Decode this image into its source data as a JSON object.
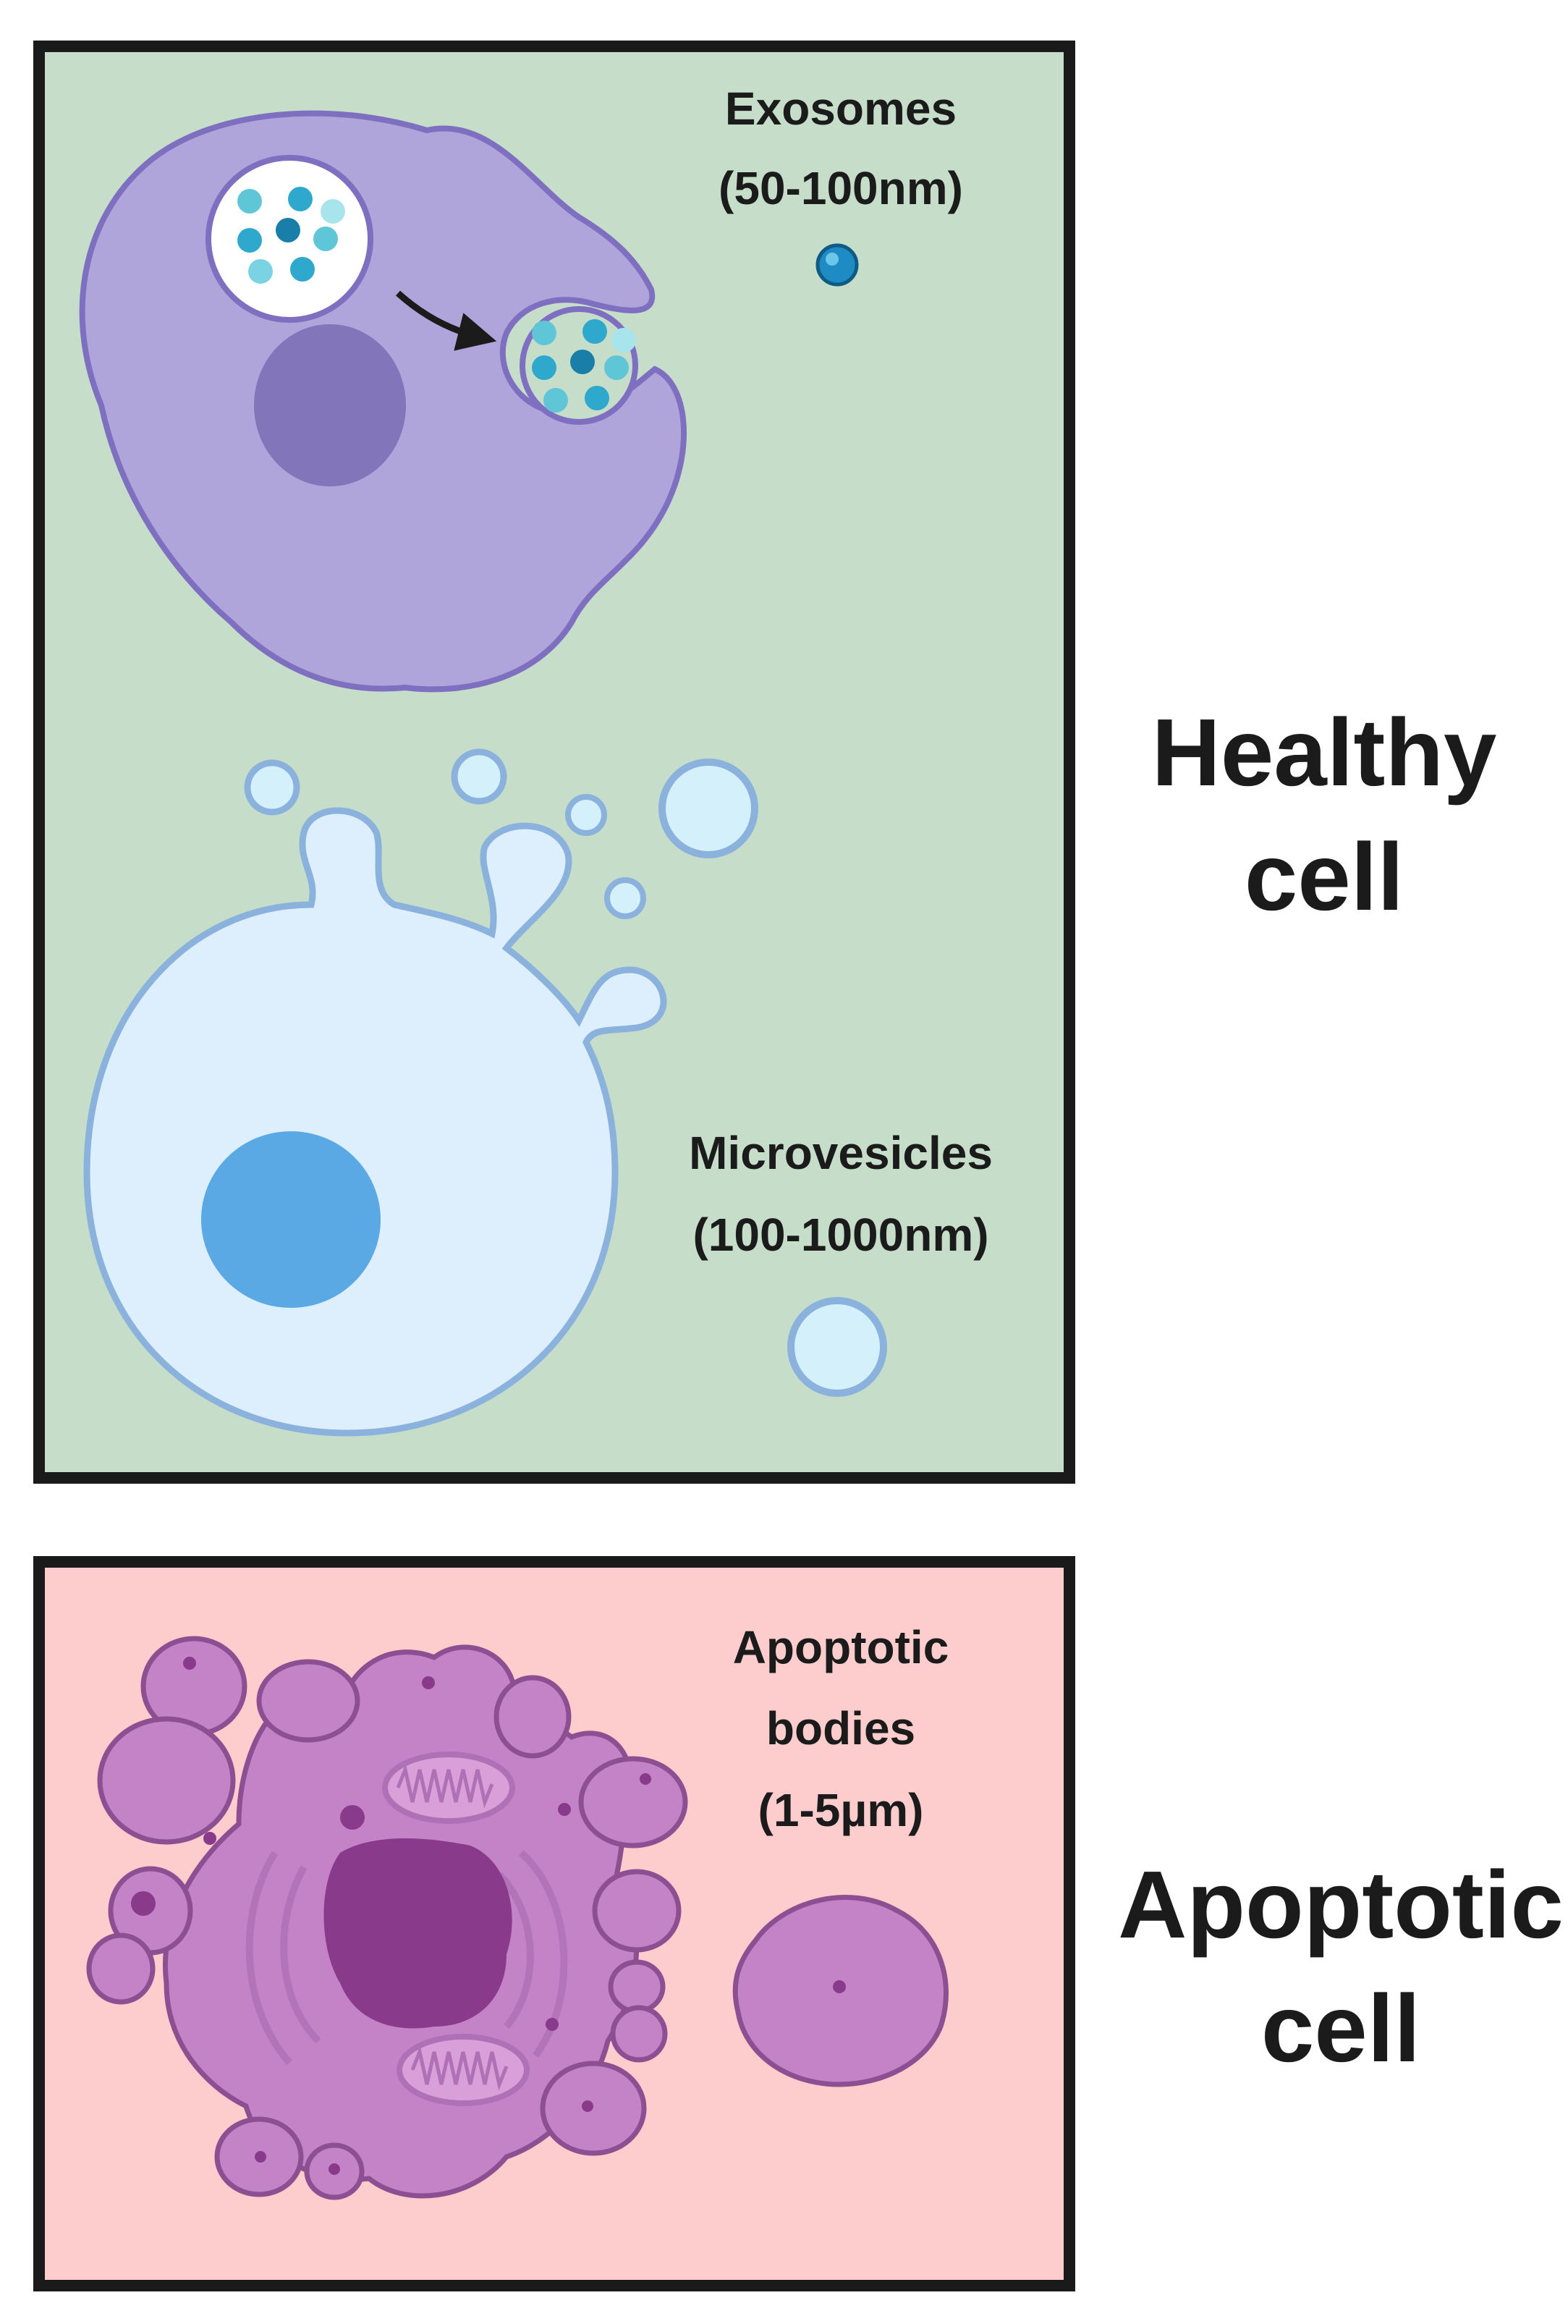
{
  "healthy_panel": {
    "side_label_line1": "Healthy",
    "side_label_line2": "cell",
    "background": "#c5ddc9",
    "exosomes": {
      "line1": "Exosomes",
      "line2": "(50-100nm)"
    },
    "microvesicles": {
      "line1": "Microvesicles",
      "line2": "(100-1000nm)"
    }
  },
  "apoptotic_panel": {
    "side_label_line1": "Apoptotic",
    "side_label_line2": "cell",
    "background": "#fdcdcd",
    "apoptotic_bodies": {
      "line1": "Apoptotic",
      "line2": "bodies",
      "line3": "(1-5µm)"
    }
  },
  "colors": {
    "exosome_cell": "#b0a5da",
    "exosome_cell_edge": "#7f6fc0",
    "microvesicle_cell": "#ddeefc",
    "microvesicle_edge": "#8bb2dd",
    "apoptotic_cell": "#c383c6",
    "apoptotic_edge": "#8d4f91",
    "apoptotic_nucleus": "#8a3a8a"
  }
}
